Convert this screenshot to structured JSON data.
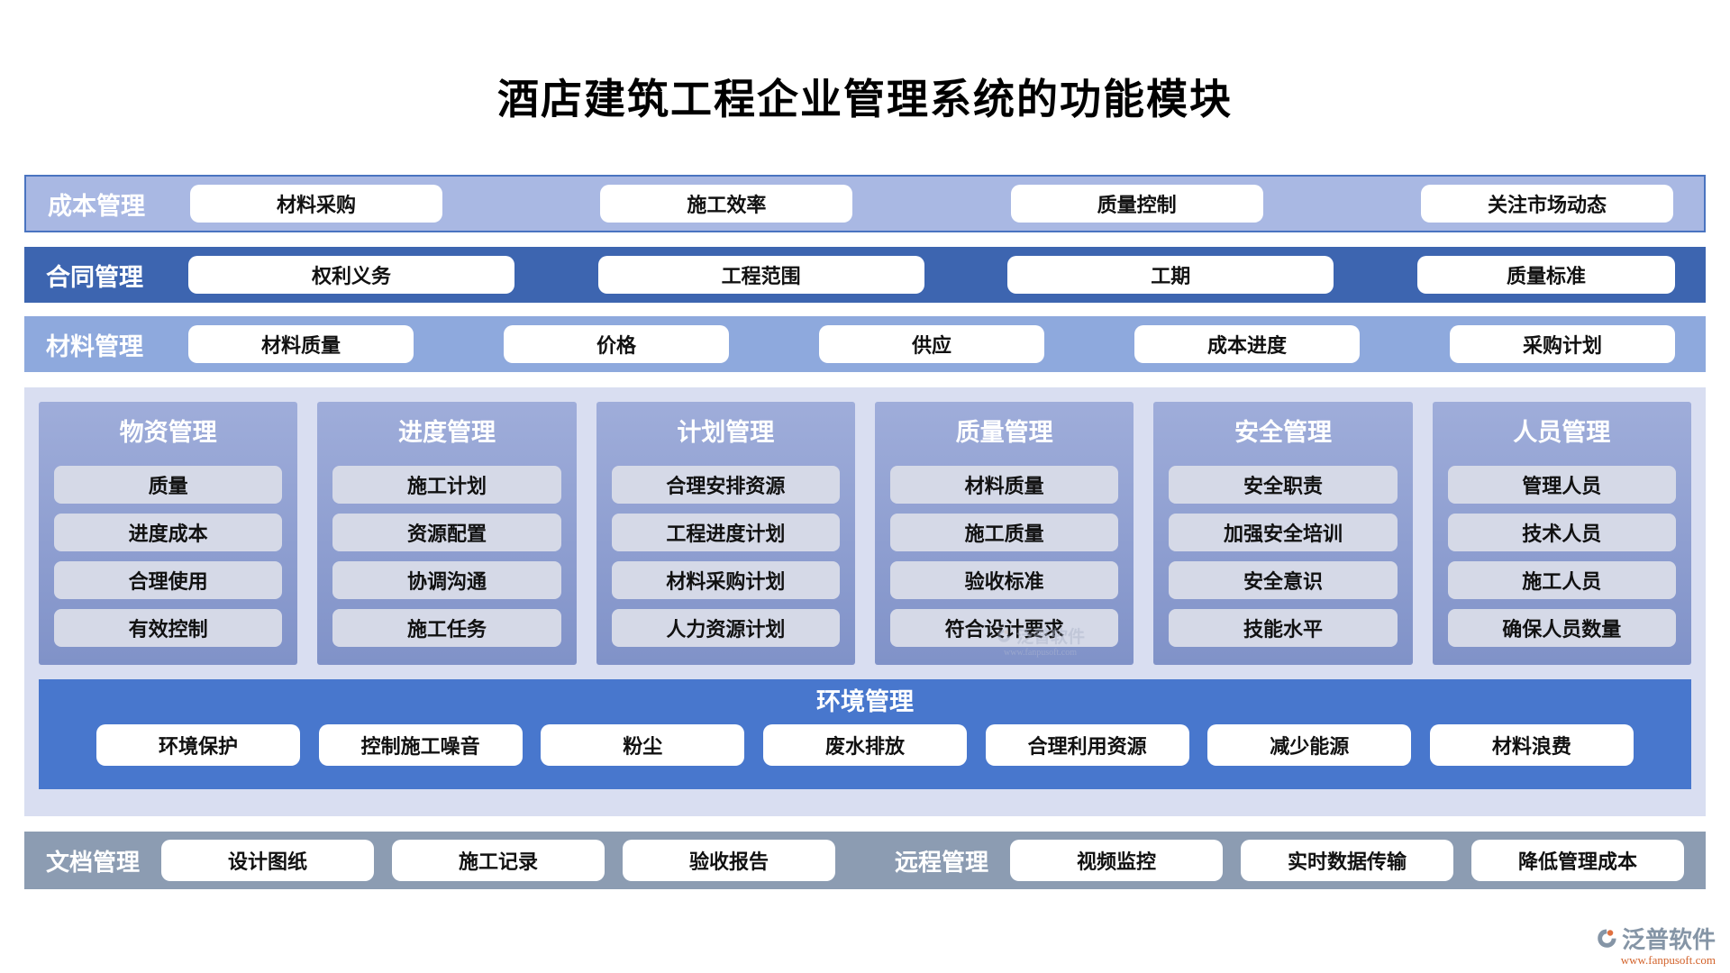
{
  "title": "酒店建筑工程企业管理系统的功能模块",
  "bands": {
    "cost": {
      "label": "成本管理",
      "items": [
        "材料采购",
        "施工效率",
        "质量控制",
        "关注市场动态"
      ]
    },
    "contract": {
      "label": "合同管理",
      "items": [
        "权利义务",
        "工程范围",
        "工期",
        "质量标准"
      ]
    },
    "material": {
      "label": "材料管理",
      "items": [
        "材料质量",
        "价格",
        "供应",
        "成本进度",
        "采购计划"
      ]
    }
  },
  "columns": [
    {
      "label": "物资管理",
      "items": [
        "质量",
        "进度成本",
        "合理使用",
        "有效控制"
      ]
    },
    {
      "label": "进度管理",
      "items": [
        "施工计划",
        "资源配置",
        "协调沟通",
        "施工任务"
      ]
    },
    {
      "label": "计划管理",
      "items": [
        "合理安排资源",
        "工程进度计划",
        "材料采购计划",
        "人力资源计划"
      ]
    },
    {
      "label": "质量管理",
      "items": [
        "材料质量",
        "施工质量",
        "验收标准",
        "符合设计要求"
      ]
    },
    {
      "label": "安全管理",
      "items": [
        "安全职责",
        "加强安全培训",
        "安全意识",
        "技能水平"
      ]
    },
    {
      "label": "人员管理",
      "items": [
        "管理人员",
        "技术人员",
        "施工人员",
        "确保人员数量"
      ]
    }
  ],
  "environment": {
    "label": "环境管理",
    "items": [
      "环境保护",
      "控制施工噪音",
      "粉尘",
      "废水排放",
      "合理利用资源",
      "减少能源",
      "材料浪费"
    ]
  },
  "bottom": {
    "doc": {
      "label": "文档管理",
      "items": [
        "设计图纸",
        "施工记录",
        "验收报告"
      ]
    },
    "remote": {
      "label": "远程管理",
      "items": [
        "视频监控",
        "实时数据传输",
        "降低管理成本"
      ]
    }
  },
  "watermark": {
    "brand": "泛普软件",
    "url": "www.fanpusoft.com"
  },
  "colors": {
    "cost_band_bg": "#a9b8e3",
    "cost_band_border": "#4a74c0",
    "contract_band_bg": "#3d65b0",
    "material_band_bg": "#8ea9dd",
    "panel_bg": "#d9def1",
    "column_card_bg": "#8fa0d1",
    "column_button_bg": "#d5d9e7",
    "environment_band_bg": "#4877cd",
    "bottom_band_bg": "#8c9cb2",
    "chip_bg": "#ffffff",
    "watermark_brand": "#8595a6",
    "watermark_url": "#d2622a"
  }
}
